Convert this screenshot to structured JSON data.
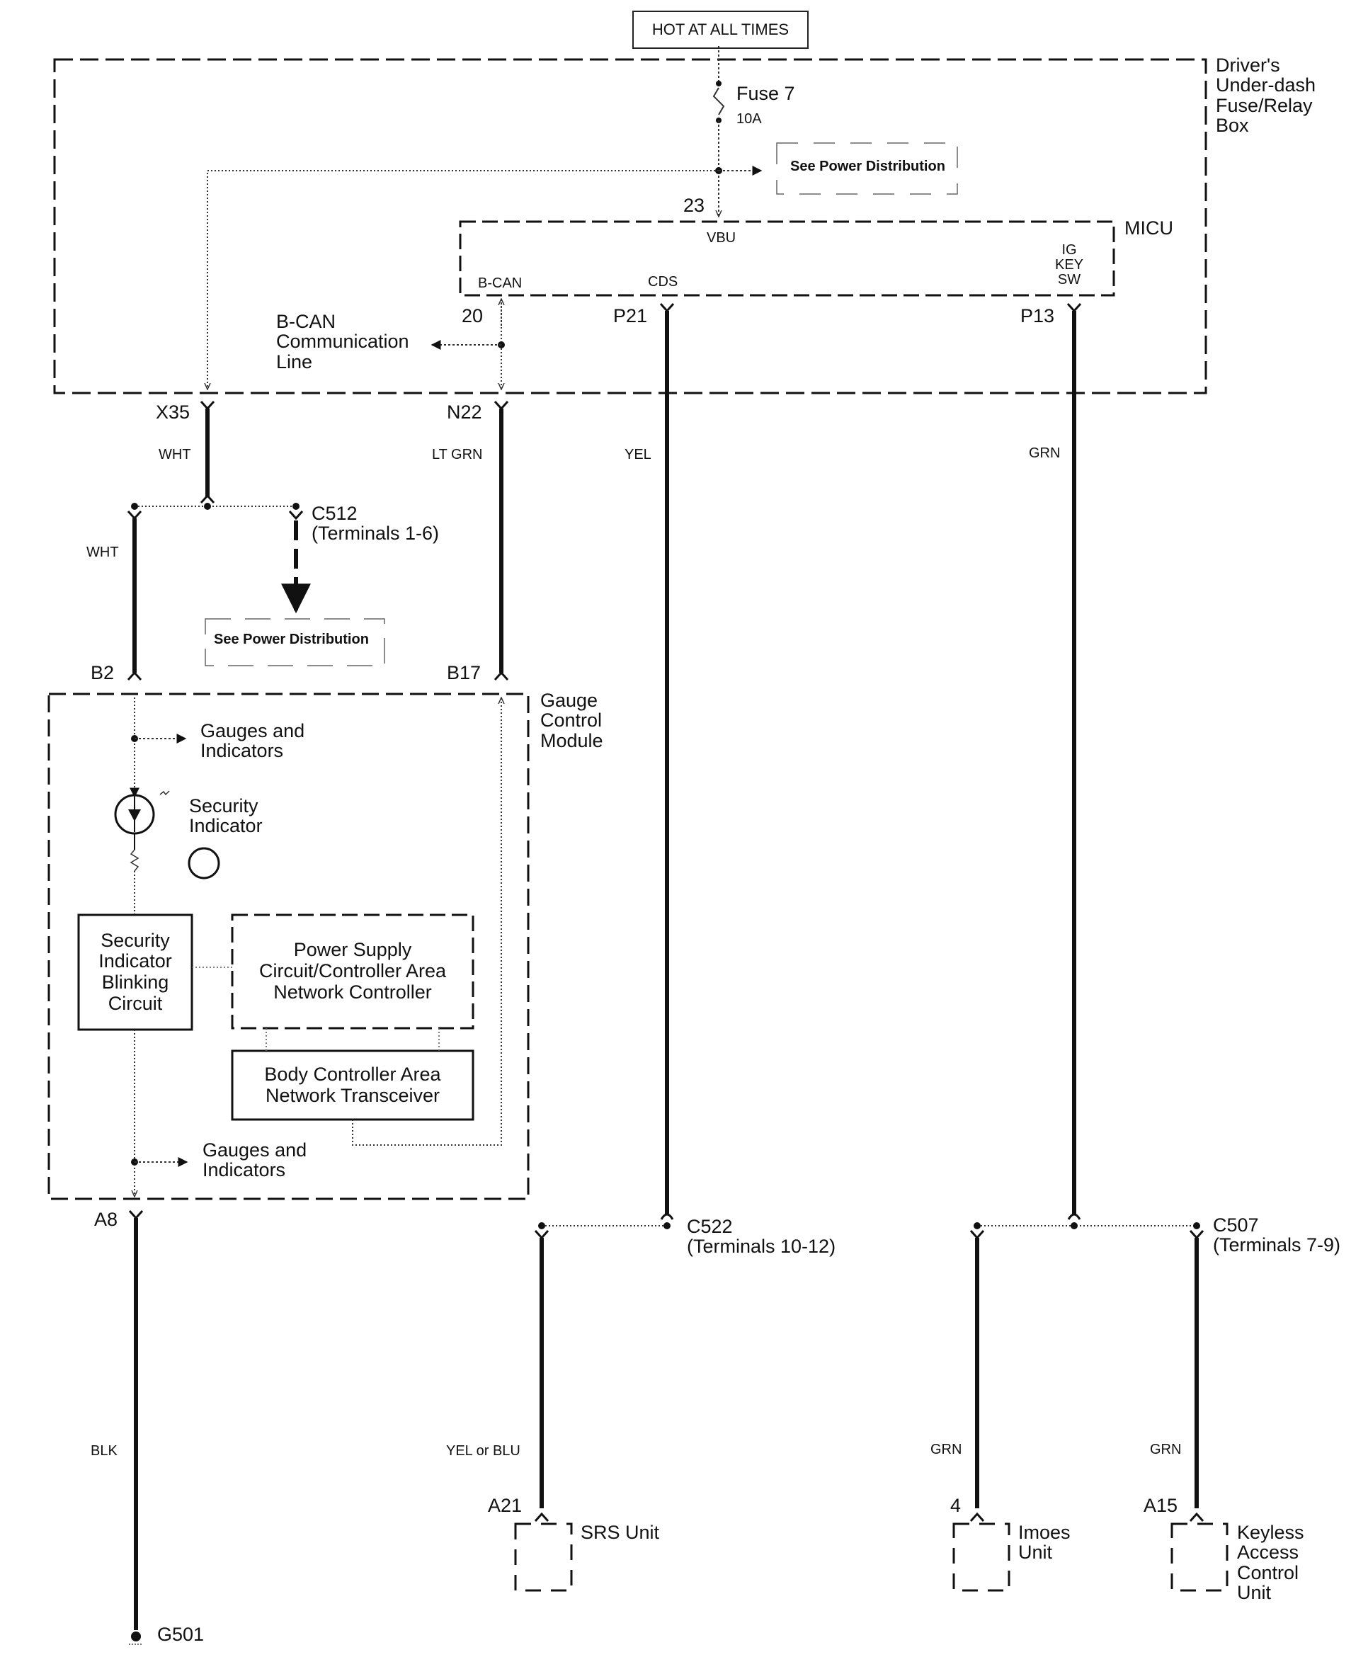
{
  "title_box": "HOT AT ALL TIMES",
  "fuse_box": {
    "name": "Driver's\nUnder-dash\nFuse/Relay\nBox",
    "fuse_label": "Fuse 7",
    "fuse_rating": "10A",
    "see_power_distribution": "See Power Distribution",
    "micu": {
      "name": "MICU",
      "terminal_23": "23",
      "vbu": "VBU",
      "b_can": "B-CAN",
      "cds": "CDS",
      "ig_key_sw": "IG\nKEY\nSW",
      "terminal_20": "20",
      "terminal_p21": "P21",
      "terminal_p13": "P13"
    },
    "b_can_line": "B-CAN\nCommunication\nLine"
  },
  "connectors": {
    "x35": "X35",
    "n22": "N22",
    "c512": "C512\n(Terminals 1-6)",
    "b2": "B2",
    "b17": "B17",
    "a8": "A8",
    "c522": "C522\n(Terminals 10-12)",
    "c507": "C507\n(Terminals 7-9)",
    "a21": "A21",
    "t4": "4",
    "a15": "A15",
    "g501": "G501"
  },
  "wire_colors": {
    "x35": "WHT",
    "n22": "LT GRN",
    "p21": "YEL",
    "p13": "GRN",
    "b2": "WHT",
    "a8": "BLK",
    "srs": "YEL or BLU",
    "imoes": "GRN",
    "keyless": "GRN"
  },
  "see_power_distribution_2": "See Power Distribution",
  "gauge_module": {
    "name": "Gauge\nControl\nModule",
    "gauges_top": "Gauges and\nIndicators",
    "security_indicator": "Security\nIndicator",
    "blinking_circuit": "Security\nIndicator\nBlinking\nCircuit",
    "power_supply": "Power Supply\nCircuit/Controller Area\nNetwork Controller",
    "body_can": "Body Controller Area\nNetwork Transceiver",
    "gauges_bottom": "Gauges and\nIndicators"
  },
  "units": {
    "srs": "SRS Unit",
    "imoes": "Imoes\nUnit",
    "keyless": "Keyless\nAccess\nControl\nUnit"
  }
}
